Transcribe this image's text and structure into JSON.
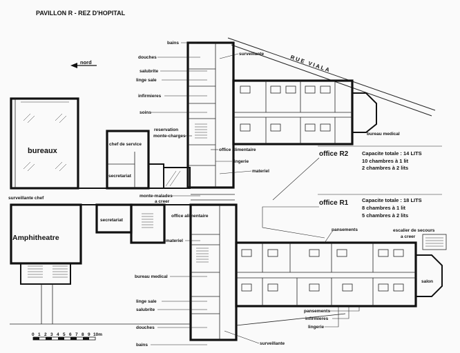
{
  "title": "PAVILLON R - REZ D'HOPITAL",
  "north": "nord",
  "street": "RUE VIALA",
  "blocks": {
    "bureaux": "bureaux",
    "amphitheatre": "Amphitheatre"
  },
  "labels": {
    "bains_top": "bains",
    "douches_top": "douches",
    "surveillante_top": "surveillante",
    "salubrite_top": "salubrite",
    "linge_sale_top": "linge sale",
    "infirmieres_top": "infirmieres",
    "soins": "soins",
    "reservation": "reservation",
    "monte_charges": "monte-charges",
    "chef_de_service": "chef de service",
    "office_alimentaire_top": "office alimentaire",
    "lingerie_top": "lingerie",
    "materiel_top": "materiel",
    "secretariat_left": "secretariat",
    "surveillante_chef": "surveillante chef",
    "monte_malades": "monte-malades",
    "a_creer_mid": "a creer",
    "secretariat_mid": "secretariat",
    "office_alimentaire_bot": "office alimentaire",
    "materiel_bot": "materiel",
    "bureau_medical_top": "bureau medical",
    "bureau_medical_bot": "bureau medical",
    "linge_sale_bot": "linge sale",
    "salubrite_bot": "salubrite",
    "douches_bot": "douches",
    "bains_bot": "bains",
    "surveillante_bot": "surveillante",
    "pansements_top": "pansements",
    "escalier": "escalier de secours",
    "a_creer_stairs": "a creer",
    "salon": "salon",
    "pansements_bot": "pansements",
    "infirmieres_bot": "infirmieres",
    "lingerie_bot": "lingerie"
  },
  "office_r2": {
    "name": "office R2",
    "capacity": "Capacite totale : 14 LITS",
    "line1": "10 chambres à 1 lit",
    "line2": "2 chambres à 2 lits"
  },
  "office_r1": {
    "name": "office R1",
    "capacity": "Capacite totale : 18 LITS",
    "line1": "8 chambres à 1 lit",
    "line2": "5 chambres à 2 lits"
  },
  "scale": {
    "ticks": [
      "0",
      "1",
      "2",
      "3",
      "4",
      "5",
      "6",
      "7",
      "8",
      "9",
      "10m"
    ]
  }
}
